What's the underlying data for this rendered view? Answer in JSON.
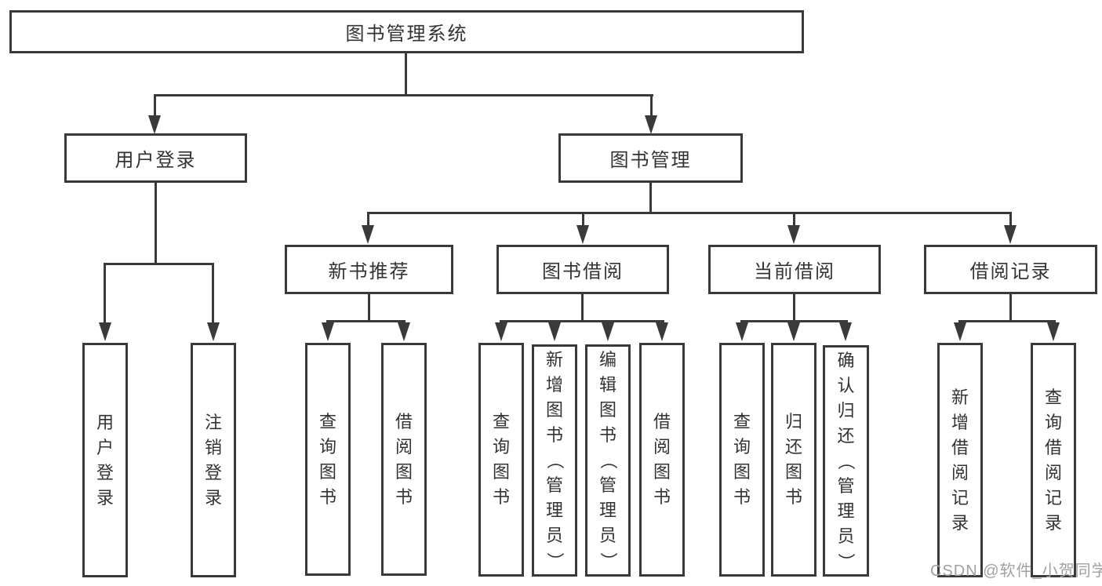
{
  "tree": {
    "root": "图书管理系统",
    "children": [
      {
        "label": "用户登录",
        "leaves": [
          "用户登录",
          "注销登录"
        ]
      },
      {
        "label": "图书管理",
        "children": [
          {
            "label": "新书推荐",
            "leaves": [
              "查询图书",
              "借阅图书"
            ]
          },
          {
            "label": "图书借阅",
            "leaves": [
              "查询图书",
              "新增图书（管理员）",
              "编辑图书（管理员）",
              "借阅图书"
            ]
          },
          {
            "label": "当前借阅",
            "leaves": [
              "查询图书",
              "归还图书",
              "确认归还（管理员）"
            ]
          },
          {
            "label": "借阅记录",
            "leaves": [
              "新增借阅记录",
              "查询借阅记录"
            ]
          }
        ]
      }
    ]
  },
  "watermark": {
    "text": "CSDN @软件_小贺同学"
  },
  "colors": {
    "line": "#3a3a3a",
    "text": "#333333",
    "watermark_text": "#a3a09d",
    "background": "#ffffff"
  }
}
